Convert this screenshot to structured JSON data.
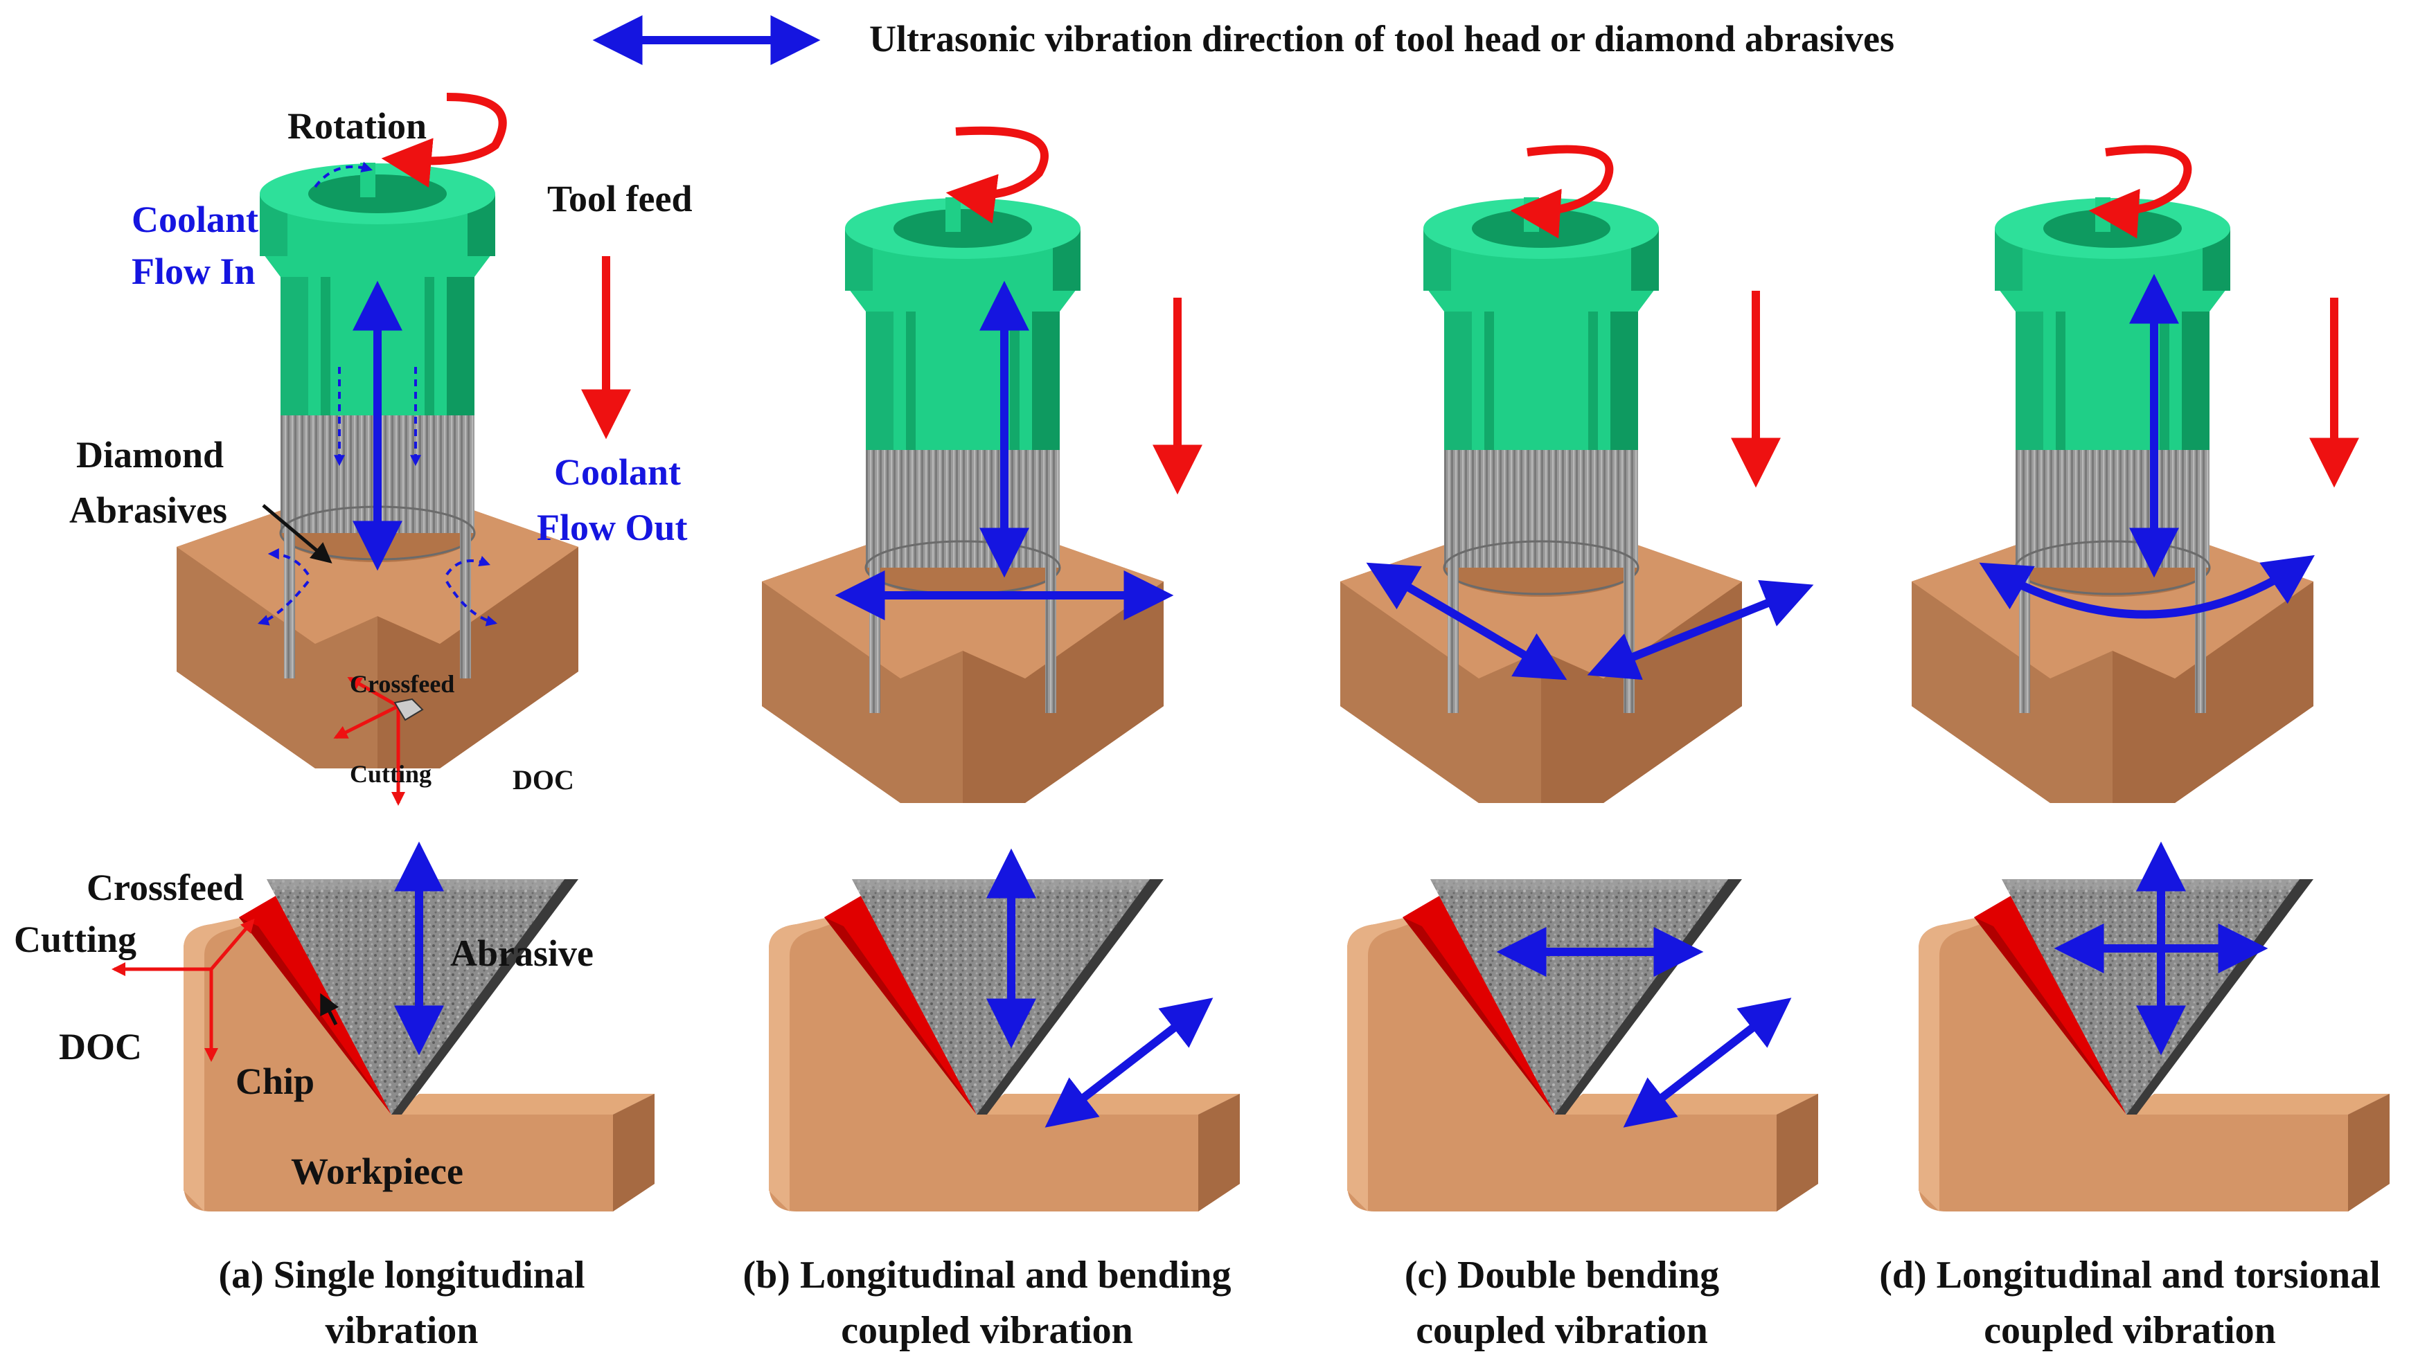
{
  "legend": {
    "text": "Ultrasonic vibration direction of tool head or diamond abrasives",
    "arrow_color": "#1515e0"
  },
  "colors": {
    "tool": "#1fcf87",
    "tool_dark": "#0e9a60",
    "abrasive_band": "#9a9a9a",
    "workpiece": "#c98a5e",
    "workpiece_dark": "#a66a42",
    "vibration_arrow": "#1515e0",
    "motion_arrow": "#ee1111",
    "chip": "#e00000",
    "abrasive_grain": "#8a8a8a"
  },
  "labels": {
    "rotation": "Rotation",
    "coolant_in_1": "Coolant",
    "coolant_in_2": "Flow In",
    "tool_feed": "Tool feed",
    "diamond_1": "Diamond",
    "diamond_2": "Abrasives",
    "coolant_out_1": "Coolant",
    "coolant_out_2": "Flow Out",
    "crossfeed_small": "Crossfeed",
    "cutting_small": "Cutting",
    "doc_small": "DOC",
    "crossfeed": "Crossfeed",
    "cutting": "Cutting",
    "doc": "DOC",
    "abrasive": "Abrasive",
    "chip": "Chip",
    "workpiece": "Workpiece"
  },
  "panels": [
    {
      "id": "a",
      "vibration": "longitudinal",
      "caption_1": "(a) Single longitudinal",
      "caption_2": "vibration"
    },
    {
      "id": "b",
      "vibration": "longitudinal-bending",
      "caption_1": "(b) Longitudinal and bending",
      "caption_2": "coupled vibration"
    },
    {
      "id": "c",
      "vibration": "double-bending",
      "caption_1": "(c) Double bending",
      "caption_2": "coupled vibration"
    },
    {
      "id": "d",
      "vibration": "longitudinal-torsional",
      "caption_1": "(d) Longitudinal and torsional",
      "caption_2": "coupled vibration"
    }
  ]
}
